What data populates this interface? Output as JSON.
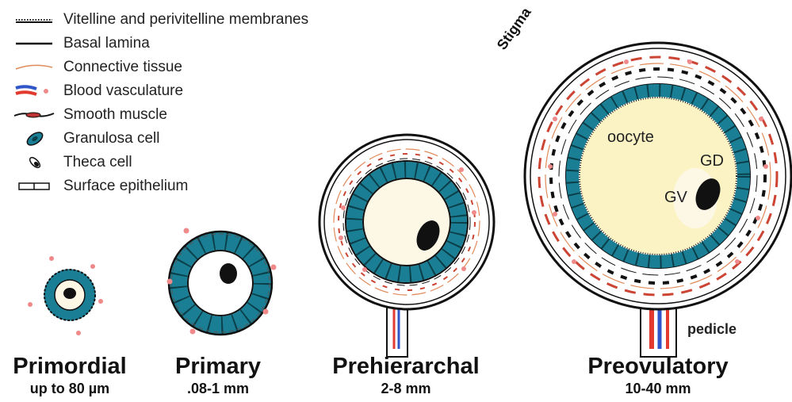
{
  "legend": [
    {
      "label": "Vitelline and perivitelline membranes",
      "icon": "vitelline-membrane-icon"
    },
    {
      "label": "Basal lamina",
      "icon": "basal-lamina-icon"
    },
    {
      "label": "Connective tissue",
      "icon": "connective-tissue-icon"
    },
    {
      "label": "Blood vasculature",
      "icon": "blood-vasculature-icon"
    },
    {
      "label": "Smooth muscle",
      "icon": "smooth-muscle-icon"
    },
    {
      "label": "Granulosa cell",
      "icon": "granulosa-cell-icon"
    },
    {
      "label": "Theca cell",
      "icon": "theca-cell-icon"
    },
    {
      "label": "Surface epithelium",
      "icon": "surface-epithelium-icon"
    }
  ],
  "stages": [
    {
      "name": "Primordial",
      "size": "up to 80 µm"
    },
    {
      "name": "Primary",
      ".size": "",
      "size": ".08-1 mm"
    },
    {
      "name": "Prehierarchal",
      "size": "2-8 mm"
    },
    {
      "name": "Preovulatory",
      "size": "10-40 mm"
    }
  ],
  "labels": {
    "stigma": "Stigma",
    "oocyte": "oocyte",
    "gd": "GD",
    "gv": "GV",
    "pedicle": "pedicle"
  },
  "colors": {
    "granulosa": "#1a7f95",
    "oocyte": "#fbf3c4",
    "oocyte_small": "#fdf8e6",
    "blood_red": "#e23a2e",
    "blood_blue": "#2f55c8",
    "connective": "#e08a5a",
    "dot": "#f08a8a"
  }
}
